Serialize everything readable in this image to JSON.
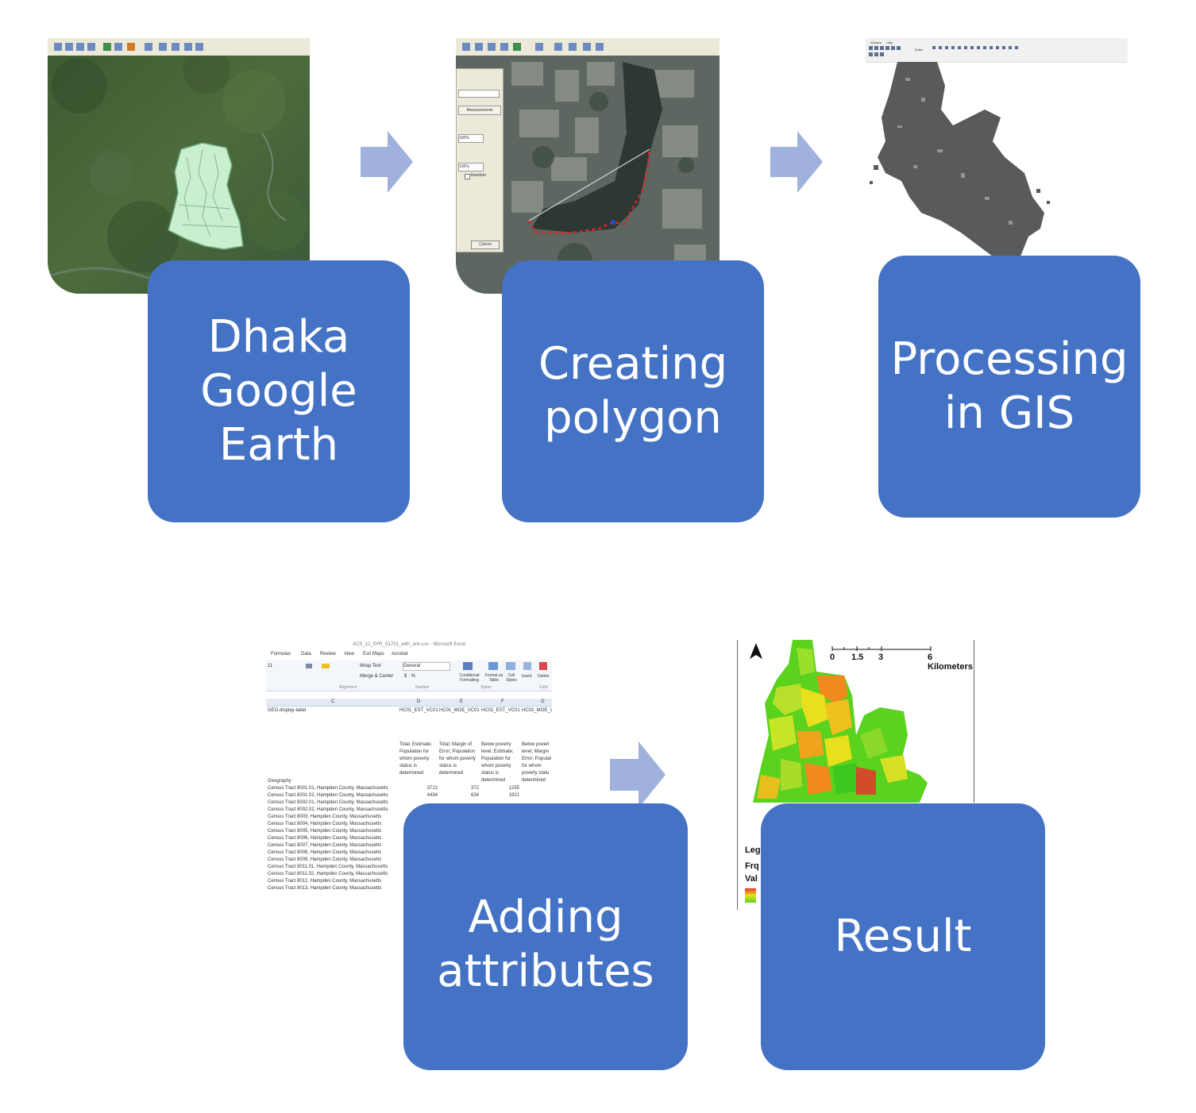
{
  "steps": [
    {
      "id": "dhaka",
      "label": "Dhaka\nGoogle\nEarth"
    },
    {
      "id": "polygon",
      "label": "Creating\npolygon"
    },
    {
      "id": "gis",
      "label": "Processing\nin GIS"
    },
    {
      "id": "attributes",
      "label": "Adding\nattributes"
    },
    {
      "id": "result",
      "label": "Result"
    }
  ],
  "polygon_dialog": {
    "measurements_button": "Measurements",
    "field1_value": "100%",
    "field2_value": "100%",
    "random_label": "Random",
    "cancel_button": "Cancel"
  },
  "gis_menu": {
    "window": "Window",
    "help": "Help",
    "editor": "Editor"
  },
  "excel": {
    "title": "ACS_12_5YR_S1701_with_ann.csv - Microsoft Excel",
    "ribbon_tabs": [
      "Formulas",
      "Data",
      "Review",
      "View",
      "Esri Maps",
      "Acrobat"
    ],
    "font_size": "11",
    "wrap_text": "Wrap Text",
    "merge_center": "Merge & Center",
    "number_format": "General",
    "conditional_formatting": "Conditional Formatting",
    "format_as_table": "Format as Table",
    "cell_styles": "Cell Styles",
    "insert": "Insert",
    "delete": "Delete",
    "groups": [
      "Alignment",
      "Number",
      "Styles",
      "Cells"
    ],
    "columns": [
      "C",
      "D",
      "E",
      "F",
      "G"
    ],
    "header_row": [
      "GEO.display-label",
      "HC01_EST_VC01",
      "HC01_MOE_VC01",
      "HC02_EST_VC01",
      "HC02_MOE_V"
    ],
    "desc_row": [
      "",
      "Total; Estimate; Population for whom poverty status is determined",
      "Total; Margin of Error; Population for whom poverty status is determined",
      "Below poverty level; Estimate; Population for whom poverty status is determined",
      "Below povert level; Margin Error; Populat for whom poverty statu determined"
    ],
    "geography_label": "Geography",
    "rows": [
      {
        "name": "Census Tract 8001.01, Hampden County, Massachusetts",
        "d": "3712",
        "e": "372",
        "f": "1255"
      },
      {
        "name": "Census Tract 8001.02, Hampden County, Massachusetts",
        "d": "4434",
        "e": "634",
        "f": "1921"
      },
      {
        "name": "Census Tract 8002.01, Hampden County, Massachusetts",
        "d": "",
        "e": "",
        "f": ""
      },
      {
        "name": "Census Tract 8002.02, Hampden County, Massachusetts",
        "d": "",
        "e": "",
        "f": ""
      },
      {
        "name": "Census Tract 8003, Hampden County, Massachusetts",
        "d": "",
        "e": "",
        "f": ""
      },
      {
        "name": "Census Tract 8004, Hampden County, Massachusetts",
        "d": "",
        "e": "",
        "f": ""
      },
      {
        "name": "Census Tract 8005, Hampden County, Massachusetts",
        "d": "",
        "e": "",
        "f": ""
      },
      {
        "name": "Census Tract 8006, Hampden County, Massachusetts",
        "d": "",
        "e": "",
        "f": ""
      },
      {
        "name": "Census Tract 8007, Hampden County, Massachusetts",
        "d": "",
        "e": "",
        "f": ""
      },
      {
        "name": "Census Tract 8008, Hampden County, Massachusetts",
        "d": "",
        "e": "",
        "f": ""
      },
      {
        "name": "Census Tract 8009, Hampden County, Massachusetts",
        "d": "",
        "e": "",
        "f": ""
      },
      {
        "name": "Census Tract 8011.01, Hampden County, Massachusetts",
        "d": "",
        "e": "",
        "f": ""
      },
      {
        "name": "Census Tract 8011.02, Hampden County, Massachusetts",
        "d": "",
        "e": "",
        "f": ""
      },
      {
        "name": "Census Tract 8012, Hampden County, Massachusetts",
        "d": "",
        "e": "",
        "f": ""
      },
      {
        "name": "Census Tract 8013, Hampden County, Massachusetts",
        "d": "",
        "e": "",
        "f": ""
      }
    ]
  },
  "result_map": {
    "scale_ticks": [
      "0",
      "1.5",
      "3",
      "6 Kilometers"
    ],
    "legend_fragments": [
      "Leg",
      "Frq",
      "Val"
    ],
    "colors": {
      "red": "#e8352a",
      "orange": "#f08a1e",
      "yellow": "#e8e01c",
      "green": "#5ad21e"
    }
  },
  "colors": {
    "box": "#4472c4",
    "arrow": "#9fb1dc",
    "box_text": "#ffffff"
  }
}
